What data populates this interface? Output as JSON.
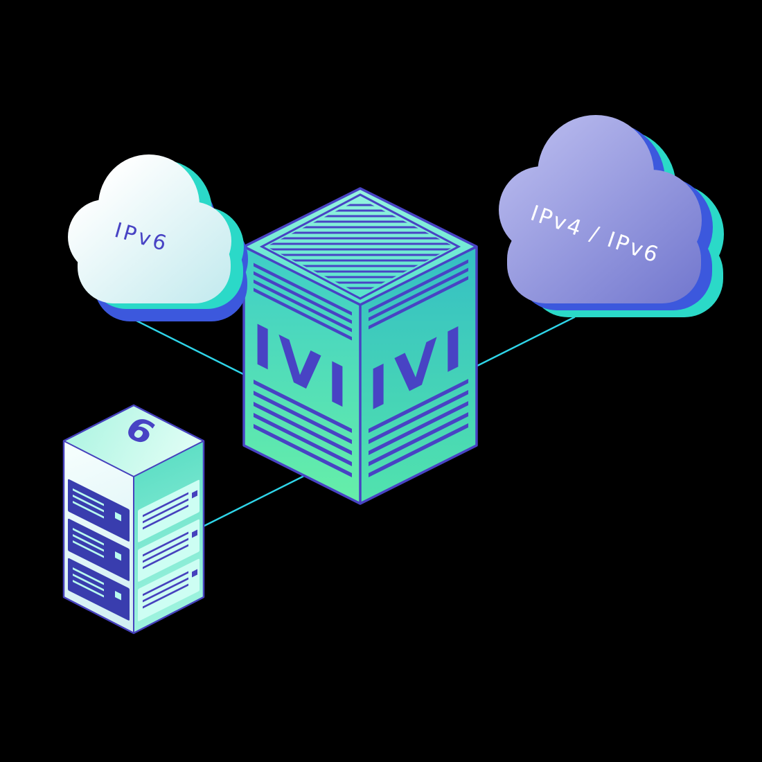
{
  "diagram": {
    "colors": {
      "background": "#000000",
      "indigo": "#4843c4",
      "teal_accent": "#2bd9c8",
      "blue_accent": "#3c58dd",
      "connection_line": "#2fd4e8",
      "cloud_left_text": "#4843c4",
      "cloud_right_text": "#ffffff"
    },
    "left_cloud": {
      "label": "IPv6"
    },
    "right_cloud": {
      "label": "IPv4 / IPv6"
    },
    "cube": {
      "left_face_label": "IVI",
      "right_face_label": "IVI"
    },
    "server": {
      "top_label": "6"
    }
  }
}
